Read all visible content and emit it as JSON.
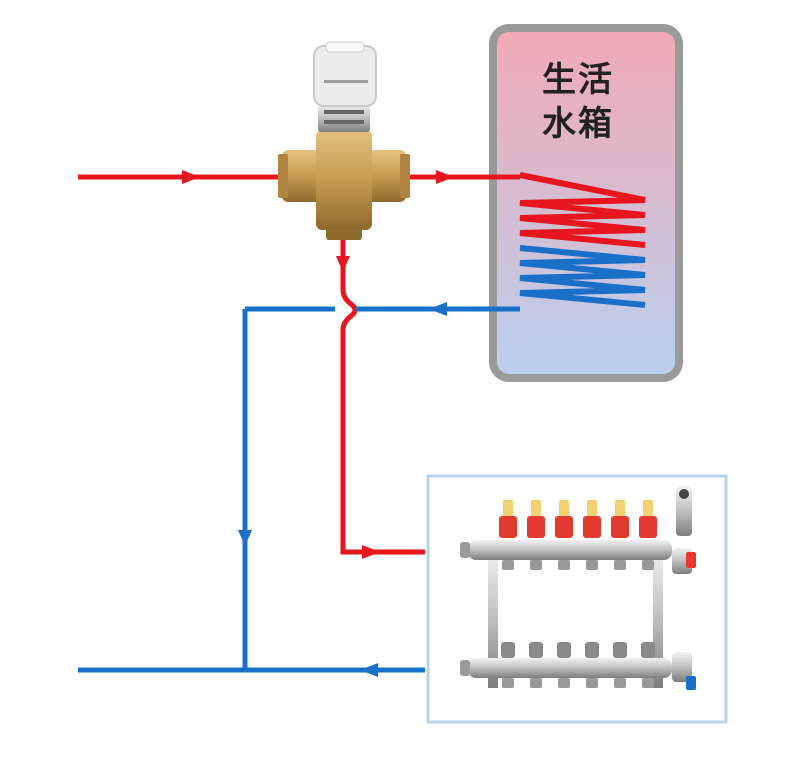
{
  "storage_tank": {
    "line1": "生活",
    "line2": "水箱",
    "gradient_top": "#f2a9b4",
    "gradient_bottom": "#b9d0ee",
    "frame_color": "#9a9a9a"
  },
  "colors": {
    "hot_pipe": "#e8141e",
    "cold_pipe": "#1a6fc8",
    "valve_brass": "#c89a52",
    "actuator": "#ececec",
    "manifold_frame": "#b7d3ee",
    "valve_handle": "#e23a2e"
  },
  "components": [
    {
      "id": "three-way-valve",
      "icon": "three-way-valve-icon"
    },
    {
      "id": "hot-water-tank",
      "icon": "tank-icon"
    },
    {
      "id": "floor-heating-manifold",
      "icon": "manifold-icon"
    }
  ],
  "manifold": {
    "supply_valve_count": 6,
    "return_valve_count": 6
  }
}
